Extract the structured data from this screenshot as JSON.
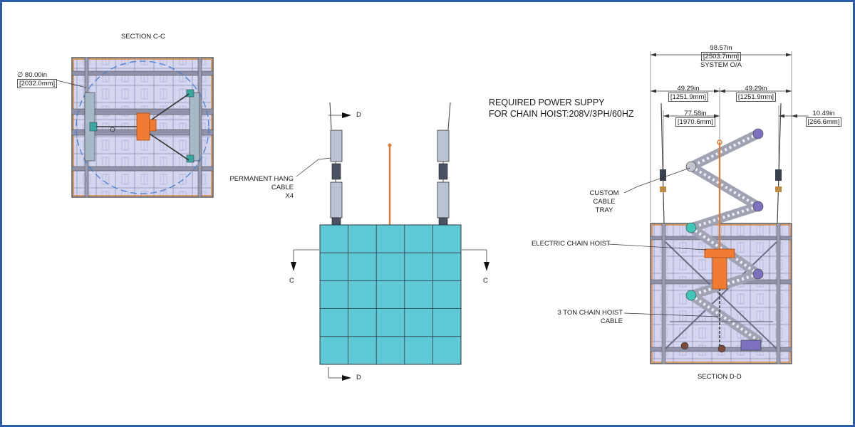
{
  "colors": {
    "frame_border": "#2a5ca8",
    "panel_fill": "#5ec8d4",
    "hoist_orange": "#f07b32",
    "truss_blue": "#c9cde8",
    "tray_purple": "#7e72c0",
    "tray_teal": "#3fc6b8",
    "line": "#333333"
  },
  "section_cc": {
    "title": "SECTION C-C",
    "diameter_in": "∅ 80.00in",
    "diameter_mm": "[2032.0mm]"
  },
  "front_view": {
    "label_line1": "PERMANENT HANG",
    "label_line2": "CABLE",
    "label_line3": "X4",
    "section_letter_d": "D",
    "section_letter_c": "C",
    "grid": {
      "cols": 5,
      "rows": 5
    }
  },
  "power_note": {
    "line1": "REQUIRED POWER SUPPY",
    "line2": "FOR CHAIN HOIST:208V/3PH/60HZ"
  },
  "section_dd": {
    "title": "SECTION D-D",
    "overall_in": "98.57in",
    "overall_mm": "[2503.7mm]",
    "overall_note": "SYSTEM O/A",
    "left_half_in": "49.29in",
    "left_half_mm": "[1251.9mm]",
    "right_half_in": "49.29in",
    "right_half_mm": "[1251.9mm]",
    "inner_in": "77.58in",
    "inner_mm": "[1970.6mm]",
    "side_in": "10.49in",
    "side_mm": "[266.6mm]",
    "tray_line1": "CUSTOM",
    "tray_line2": "CABLE",
    "tray_line3": "TRAY",
    "hoist_label": "ELECTRIC CHAIN HOIST",
    "cable_line1": "3 TON CHAIN HOIST",
    "cable_line2": "CABLE"
  }
}
